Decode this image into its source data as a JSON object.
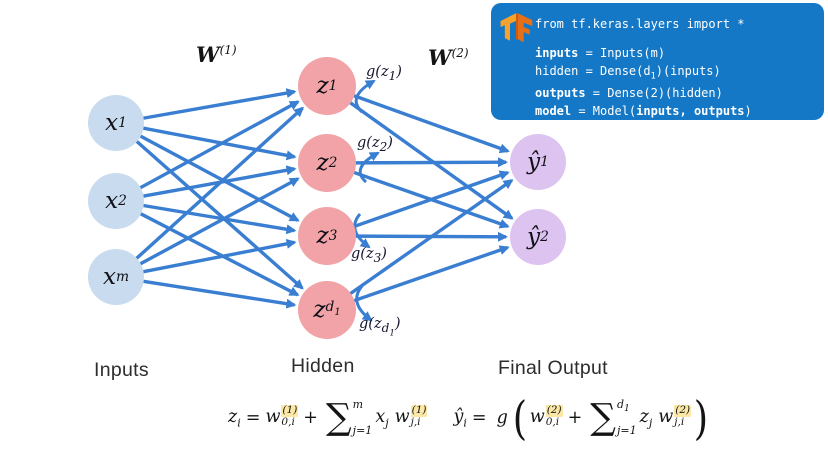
{
  "colors": {
    "edge_blue": "#3a7ed2",
    "input_node_fill": "#c9dbee",
    "hidden_node_fill": "#f1a3a7",
    "output_node_fill": "#ddc3f0",
    "code_panel_bg": "#1478c6",
    "formula_highlight": "#fbe8a6",
    "tf_logo_orange_light": "#f9a22b",
    "tf_logo_orange_dark": "#e66f17"
  },
  "network": {
    "weight_labels": [
      {
        "tokens": [
          {
            "t": "W"
          },
          {
            "t": "(1)",
            "lvl": -1
          }
        ]
      },
      {
        "tokens": [
          {
            "t": "W"
          },
          {
            "t": "(2)",
            "lvl": -1
          }
        ]
      }
    ],
    "layers": [
      {
        "id": "inputs",
        "label": "Inputs",
        "nodes": [
          {
            "name": "x1",
            "tokens": [
              {
                "t": "x"
              },
              {
                "t": "1",
                "lvl": 1
              }
            ]
          },
          {
            "name": "x2",
            "tokens": [
              {
                "t": "x"
              },
              {
                "t": "2",
                "lvl": 1
              }
            ]
          },
          {
            "name": "xm",
            "tokens": [
              {
                "t": "x"
              },
              {
                "t": "m",
                "lvl": 1
              }
            ]
          }
        ]
      },
      {
        "id": "hidden",
        "label": "Hidden",
        "nodes": [
          {
            "name": "z1",
            "tokens": [
              {
                "t": "z"
              },
              {
                "t": "1",
                "lvl": 1
              }
            ]
          },
          {
            "name": "z2",
            "tokens": [
              {
                "t": "z"
              },
              {
                "t": "2",
                "lvl": 1
              }
            ]
          },
          {
            "name": "z3",
            "tokens": [
              {
                "t": "z"
              },
              {
                "t": "3",
                "lvl": 1
              }
            ]
          },
          {
            "name": "zd1",
            "tokens": [
              {
                "t": "z"
              },
              {
                "t": "d",
                "lvl": 1
              },
              {
                "t": "1",
                "lvl": 2
              }
            ]
          }
        ]
      },
      {
        "id": "outputs",
        "label": "Final Output",
        "nodes": [
          {
            "name": "yhat1",
            "tokens": [
              {
                "t": "ŷ"
              },
              {
                "t": "1",
                "lvl": 1
              }
            ]
          },
          {
            "name": "yhat2",
            "tokens": [
              {
                "t": "ŷ"
              },
              {
                "t": "2",
                "lvl": 1
              }
            ]
          }
        ]
      }
    ],
    "activation_labels": [
      {
        "name": "g-z1",
        "tokens": [
          {
            "t": "g(z"
          },
          {
            "t": "1",
            "lvl": 1
          },
          {
            "t": ")"
          }
        ]
      },
      {
        "name": "g-z2",
        "tokens": [
          {
            "t": "g(z"
          },
          {
            "t": "2",
            "lvl": 1
          },
          {
            "t": ")"
          }
        ]
      },
      {
        "name": "g-z3",
        "tokens": [
          {
            "t": "g(z"
          },
          {
            "t": "3",
            "lvl": 1
          },
          {
            "t": ")"
          }
        ]
      },
      {
        "name": "g-zd1",
        "tokens": [
          {
            "t": "g(z"
          },
          {
            "t": "d",
            "lvl": 1
          },
          {
            "t": "1",
            "lvl": 2
          },
          {
            "t": ")"
          }
        ]
      }
    ]
  },
  "code_panel": {
    "lines": [
      {
        "segments": [
          {
            "t": "from tf.keras.layers import *"
          }
        ]
      },
      {
        "segments": [
          {
            "t": "inputs",
            "b": true
          },
          {
            "t": " = Inputs(m)"
          }
        ]
      },
      {
        "segments": [
          {
            "t": "hidden = Dense(d"
          },
          {
            "t": "1",
            "lvl": 1
          },
          {
            "t": ")(inputs)"
          }
        ]
      },
      {
        "segments": [
          {
            "t": "outputs",
            "b": true
          },
          {
            "t": " = Dense(2)(hidden)"
          }
        ]
      },
      {
        "segments": [
          {
            "t": "model",
            "b": true
          },
          {
            "t": " = Model("
          },
          {
            "t": "inputs, outputs",
            "b": true
          },
          {
            "t": ")"
          }
        ]
      }
    ]
  },
  "formulas": [
    {
      "name": "hidden-preactivation",
      "items": [
        {
          "type": "var",
          "base": "z",
          "sub": "i"
        },
        {
          "type": "op",
          "t": "="
        },
        {
          "type": "wvar",
          "base": "w",
          "sup": "(1)",
          "sub": "0,i",
          "hl": true
        },
        {
          "type": "op",
          "t": "+"
        },
        {
          "type": "sum",
          "upper": [
            {
              "t": "m"
            }
          ],
          "lower": "j=1"
        },
        {
          "type": "var",
          "base": "x",
          "sub": "j"
        },
        {
          "type": "sp"
        },
        {
          "type": "wvar",
          "base": "w",
          "sup": "(1)",
          "sub": "j,i",
          "hl": true
        }
      ]
    },
    {
      "name": "output-activation",
      "items": [
        {
          "type": "var",
          "base": "ŷ",
          "sub": "i"
        },
        {
          "type": "op",
          "t": "="
        },
        {
          "type": "g",
          "t": "g"
        },
        {
          "type": "paren",
          "t": "("
        },
        {
          "type": "wvar",
          "base": "w",
          "sup": "(2)",
          "sub": "0,i",
          "hl": true
        },
        {
          "type": "op",
          "t": "+"
        },
        {
          "type": "sum",
          "upper": [
            {
              "t": "d"
            },
            {
              "t": "1",
              "lvl": 1
            }
          ],
          "lower": "j=1"
        },
        {
          "type": "var",
          "base": "z",
          "sub": "j"
        },
        {
          "type": "sp"
        },
        {
          "type": "wvar",
          "base": "w",
          "sup": "(2)",
          "sub": "j,i",
          "hl": true
        },
        {
          "type": "paren",
          "t": ")"
        }
      ]
    }
  ]
}
